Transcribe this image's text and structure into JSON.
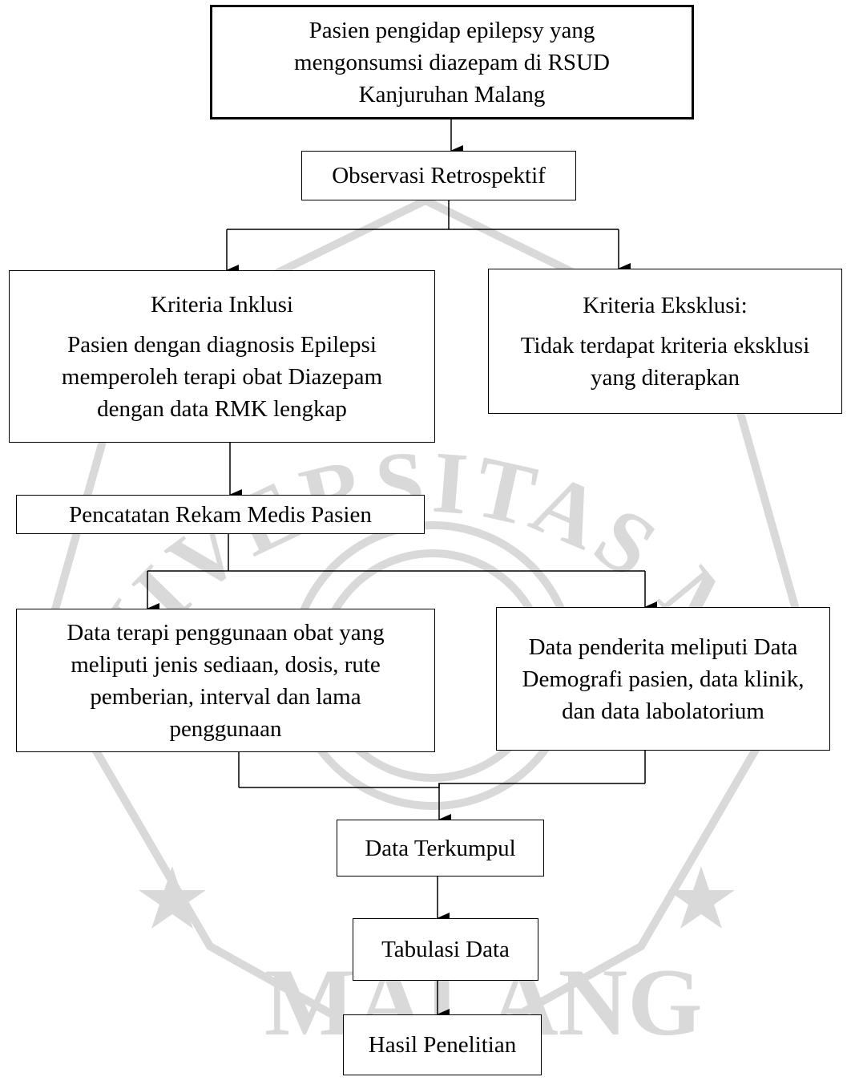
{
  "colors": {
    "line": "#000000",
    "box_fill": "#ffffff",
    "watermark": "#d9d9d9"
  },
  "nodes": {
    "start": {
      "lines": [
        "Pasien pengidap epilepsy yang",
        "mengonsumsi diazepam di RSUD",
        "Kanjuruhan Malang"
      ]
    },
    "observasi": {
      "lines": [
        "Observasi Retrospektif"
      ]
    },
    "inklusi": {
      "title": "Kriteria Inklusi",
      "lines": [
        "Pasien dengan diagnosis Epilepsi",
        "memperoleh terapi obat Diazepam",
        "dengan data RMK lengkap"
      ]
    },
    "eksklusi": {
      "title": "Kriteria Eksklusi:",
      "lines": [
        "Tidak terdapat kriteria eksklusi",
        "yang diterapkan"
      ]
    },
    "pencatatan": {
      "lines": [
        "Pencatatan Rekam Medis Pasien"
      ]
    },
    "terapi": {
      "lines": [
        "Data terapi penggunaan obat yang",
        "meliputi jenis sediaan, dosis, rute",
        "pemberian, interval dan lama",
        "penggunaan"
      ]
    },
    "penderita": {
      "lines": [
        "Data penderita meliputi Data",
        "Demografi pasien, data klinik,",
        "dan data labolatorium"
      ]
    },
    "terkumpul": {
      "lines": [
        "Data Terkumpul"
      ]
    },
    "tabulasi": {
      "lines": [
        "Tabulasi Data"
      ]
    },
    "hasil": {
      "lines": [
        "Hasil Penelitian"
      ]
    }
  },
  "watermark": {
    "top_text": "UNIVERSITAS MUHAMMADIYAH",
    "bottom_text": "MALANG"
  }
}
